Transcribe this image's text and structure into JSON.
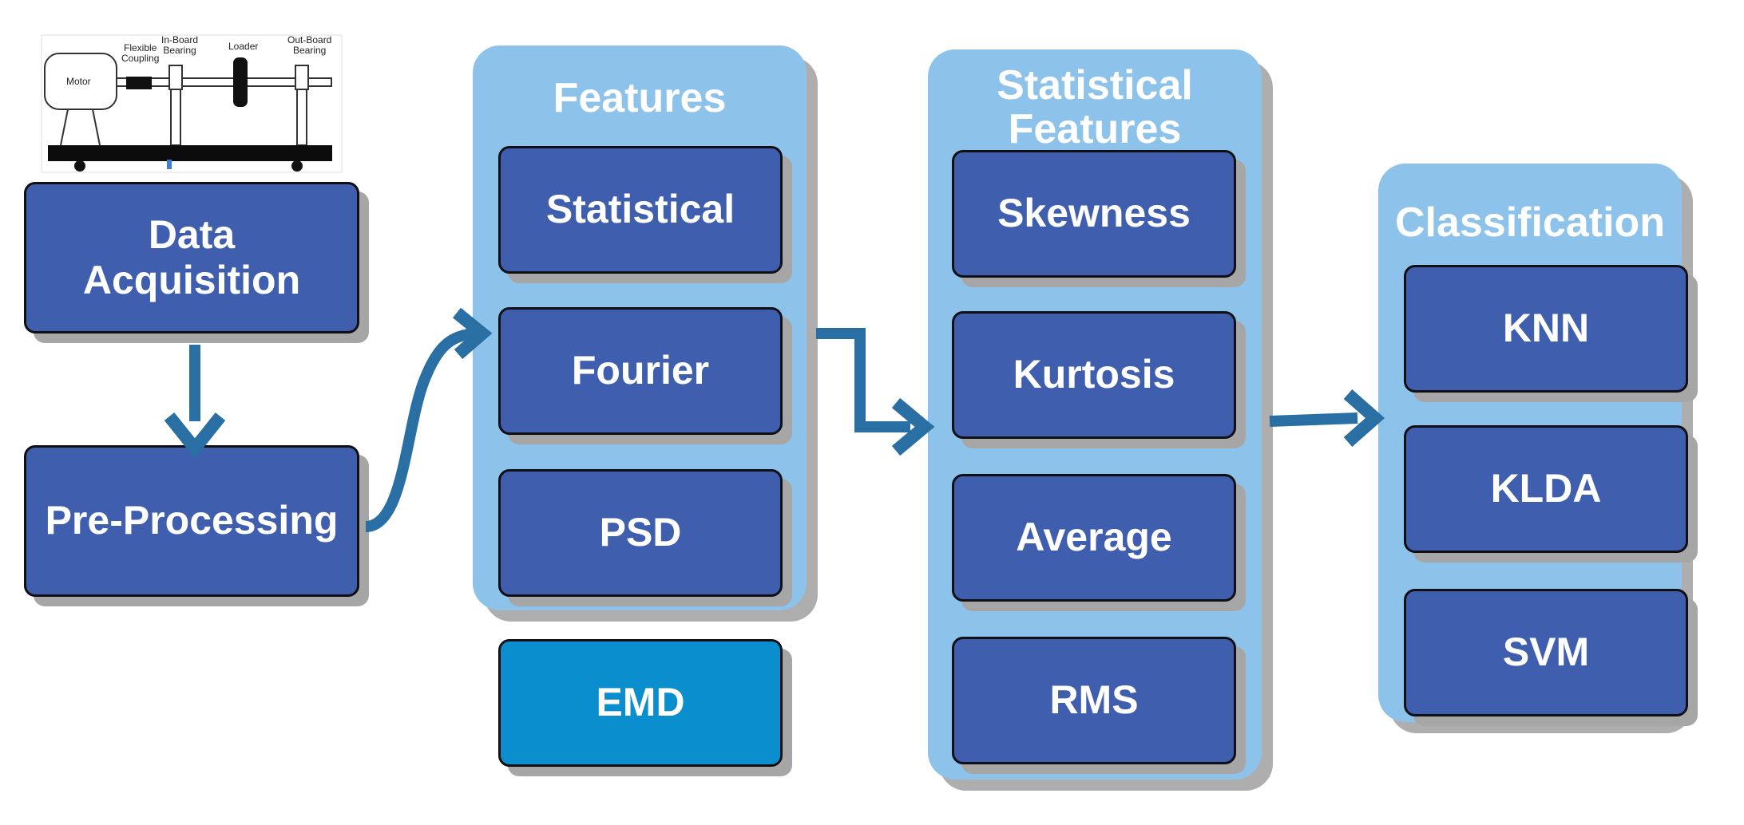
{
  "machine": {
    "motor": "Motor",
    "flexible_coupling": "Flexible\nCoupling",
    "inboard_bearing": "In-Board\nBearing",
    "loader": "Loader",
    "outboard_bearing": "Out-Board\nBearing"
  },
  "steps": {
    "data_acquisition": "Data Acquisition",
    "pre_processing": "Pre-Processing"
  },
  "features": {
    "title": "Features",
    "items": [
      "Statistical",
      "Fourier",
      "PSD"
    ],
    "extra": "EMD"
  },
  "statistical_features": {
    "title": "Statistical Features",
    "items": [
      "Skewness",
      "Kurtosis",
      "Average",
      "RMS"
    ]
  },
  "classification": {
    "title": "Classification",
    "items": [
      "KNN",
      "KLDA",
      "SVM"
    ]
  },
  "colors": {
    "box": "#3f5fae",
    "panel": "#8dc3ea",
    "arrow": "#2a6fa3",
    "emd": "#0a8ece"
  }
}
